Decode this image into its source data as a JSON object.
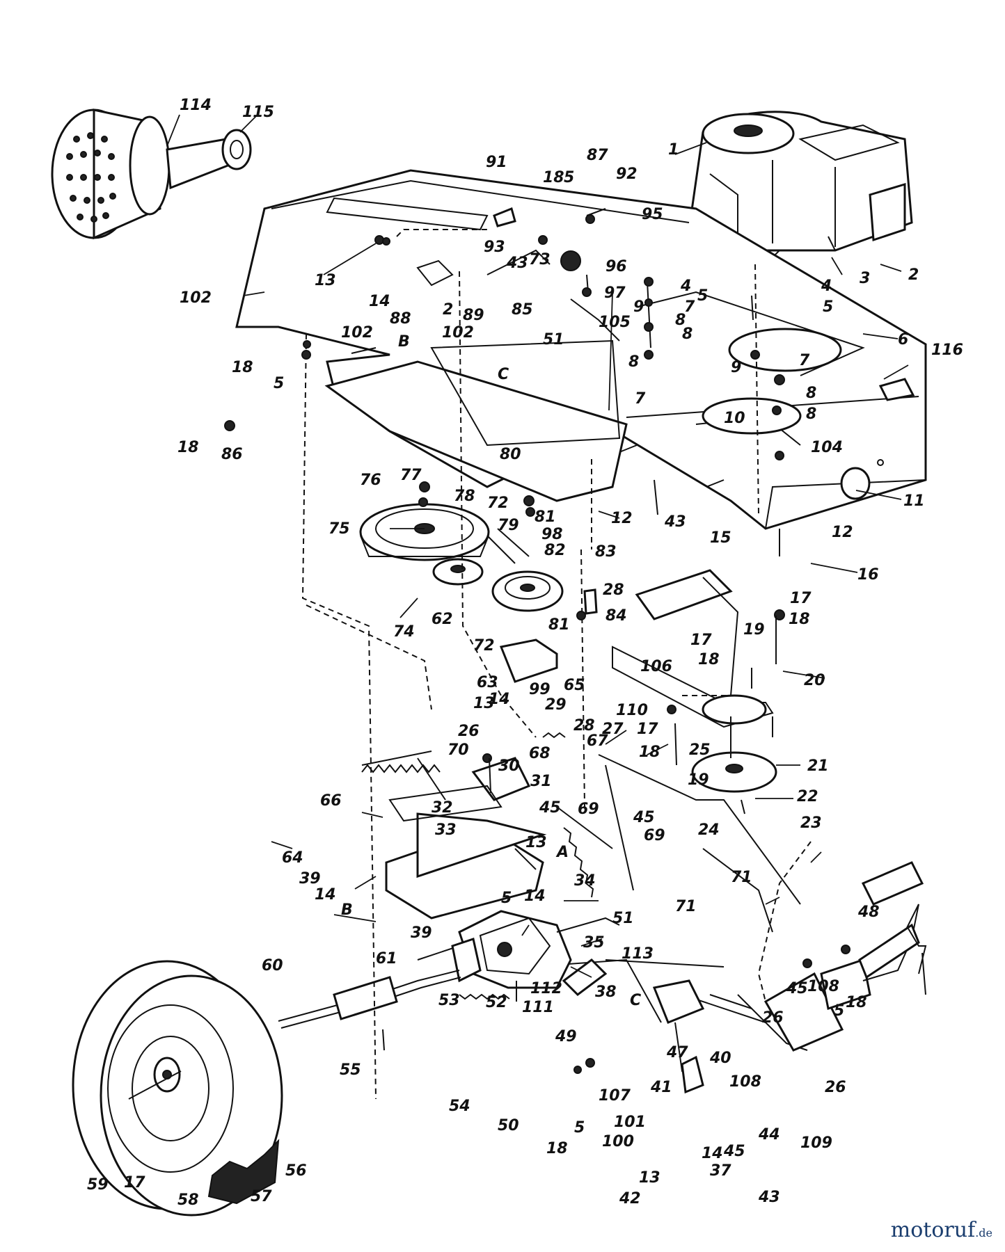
{
  "callouts": [
    "1",
    "2",
    "3",
    "4",
    "5",
    "6",
    "7",
    "8",
    "9",
    "10",
    "11",
    "12",
    "13",
    "14",
    "15",
    "16",
    "17",
    "18",
    "19",
    "20",
    "21",
    "22",
    "23",
    "24",
    "25",
    "26",
    "27",
    "28",
    "29",
    "30",
    "31",
    "32",
    "33",
    "34",
    "35",
    "37",
    "38",
    "39",
    "40",
    "41",
    "42",
    "43",
    "44",
    "45",
    "47",
    "48",
    "49",
    "50",
    "51",
    "52",
    "53",
    "54",
    "55",
    "56",
    "57",
    "58",
    "59",
    "60",
    "61",
    "62",
    "63",
    "64",
    "65",
    "66",
    "67",
    "68",
    "69",
    "70",
    "71",
    "72",
    "73",
    "74",
    "75",
    "76",
    "77",
    "78",
    "79",
    "80",
    "81",
    "82",
    "83",
    "84",
    "85",
    "86",
    "87",
    "88",
    "89",
    "91",
    "92",
    "93",
    "95",
    "96",
    "97",
    "98",
    "99",
    "100",
    "101",
    "102",
    "104",
    "105",
    "106",
    "107",
    "108",
    "109",
    "110",
    "111",
    "112",
    "113",
    "114",
    "115",
    "116",
    "A",
    "B",
    "C"
  ],
  "watermark": {
    "brand": "motoruf",
    "tld": ".de"
  }
}
